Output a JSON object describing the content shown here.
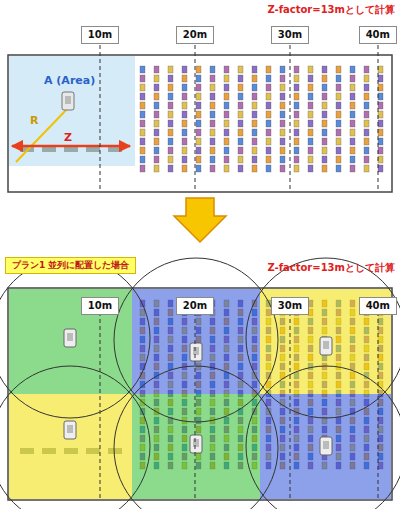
{
  "diagram": {
    "nodes": [
      {
        "text": [
          "10m"
        ]
      },
      {
        "text": [
          "20m"
        ]
      },
      {
        "text": [
          "30m"
        ]
      },
      {
        "text": [
          "40m"
        ]
      },
      {
        "text": [
          "プラン1 並列に配置した場合"
        ]
      },
      {
        "text": [
          "10m"
        ]
      },
      {
        "text": [
          "20m"
        ]
      },
      {
        "text": [
          "30m"
        ]
      },
      {
        "text": [
          "40m"
        ]
      }
    ],
    "labels": [
      "Z-factor=13mとして計算",
      "A (Area)",
      "R",
      "Z",
      "Z-factor=13mとして計算"
    ]
  }
}
